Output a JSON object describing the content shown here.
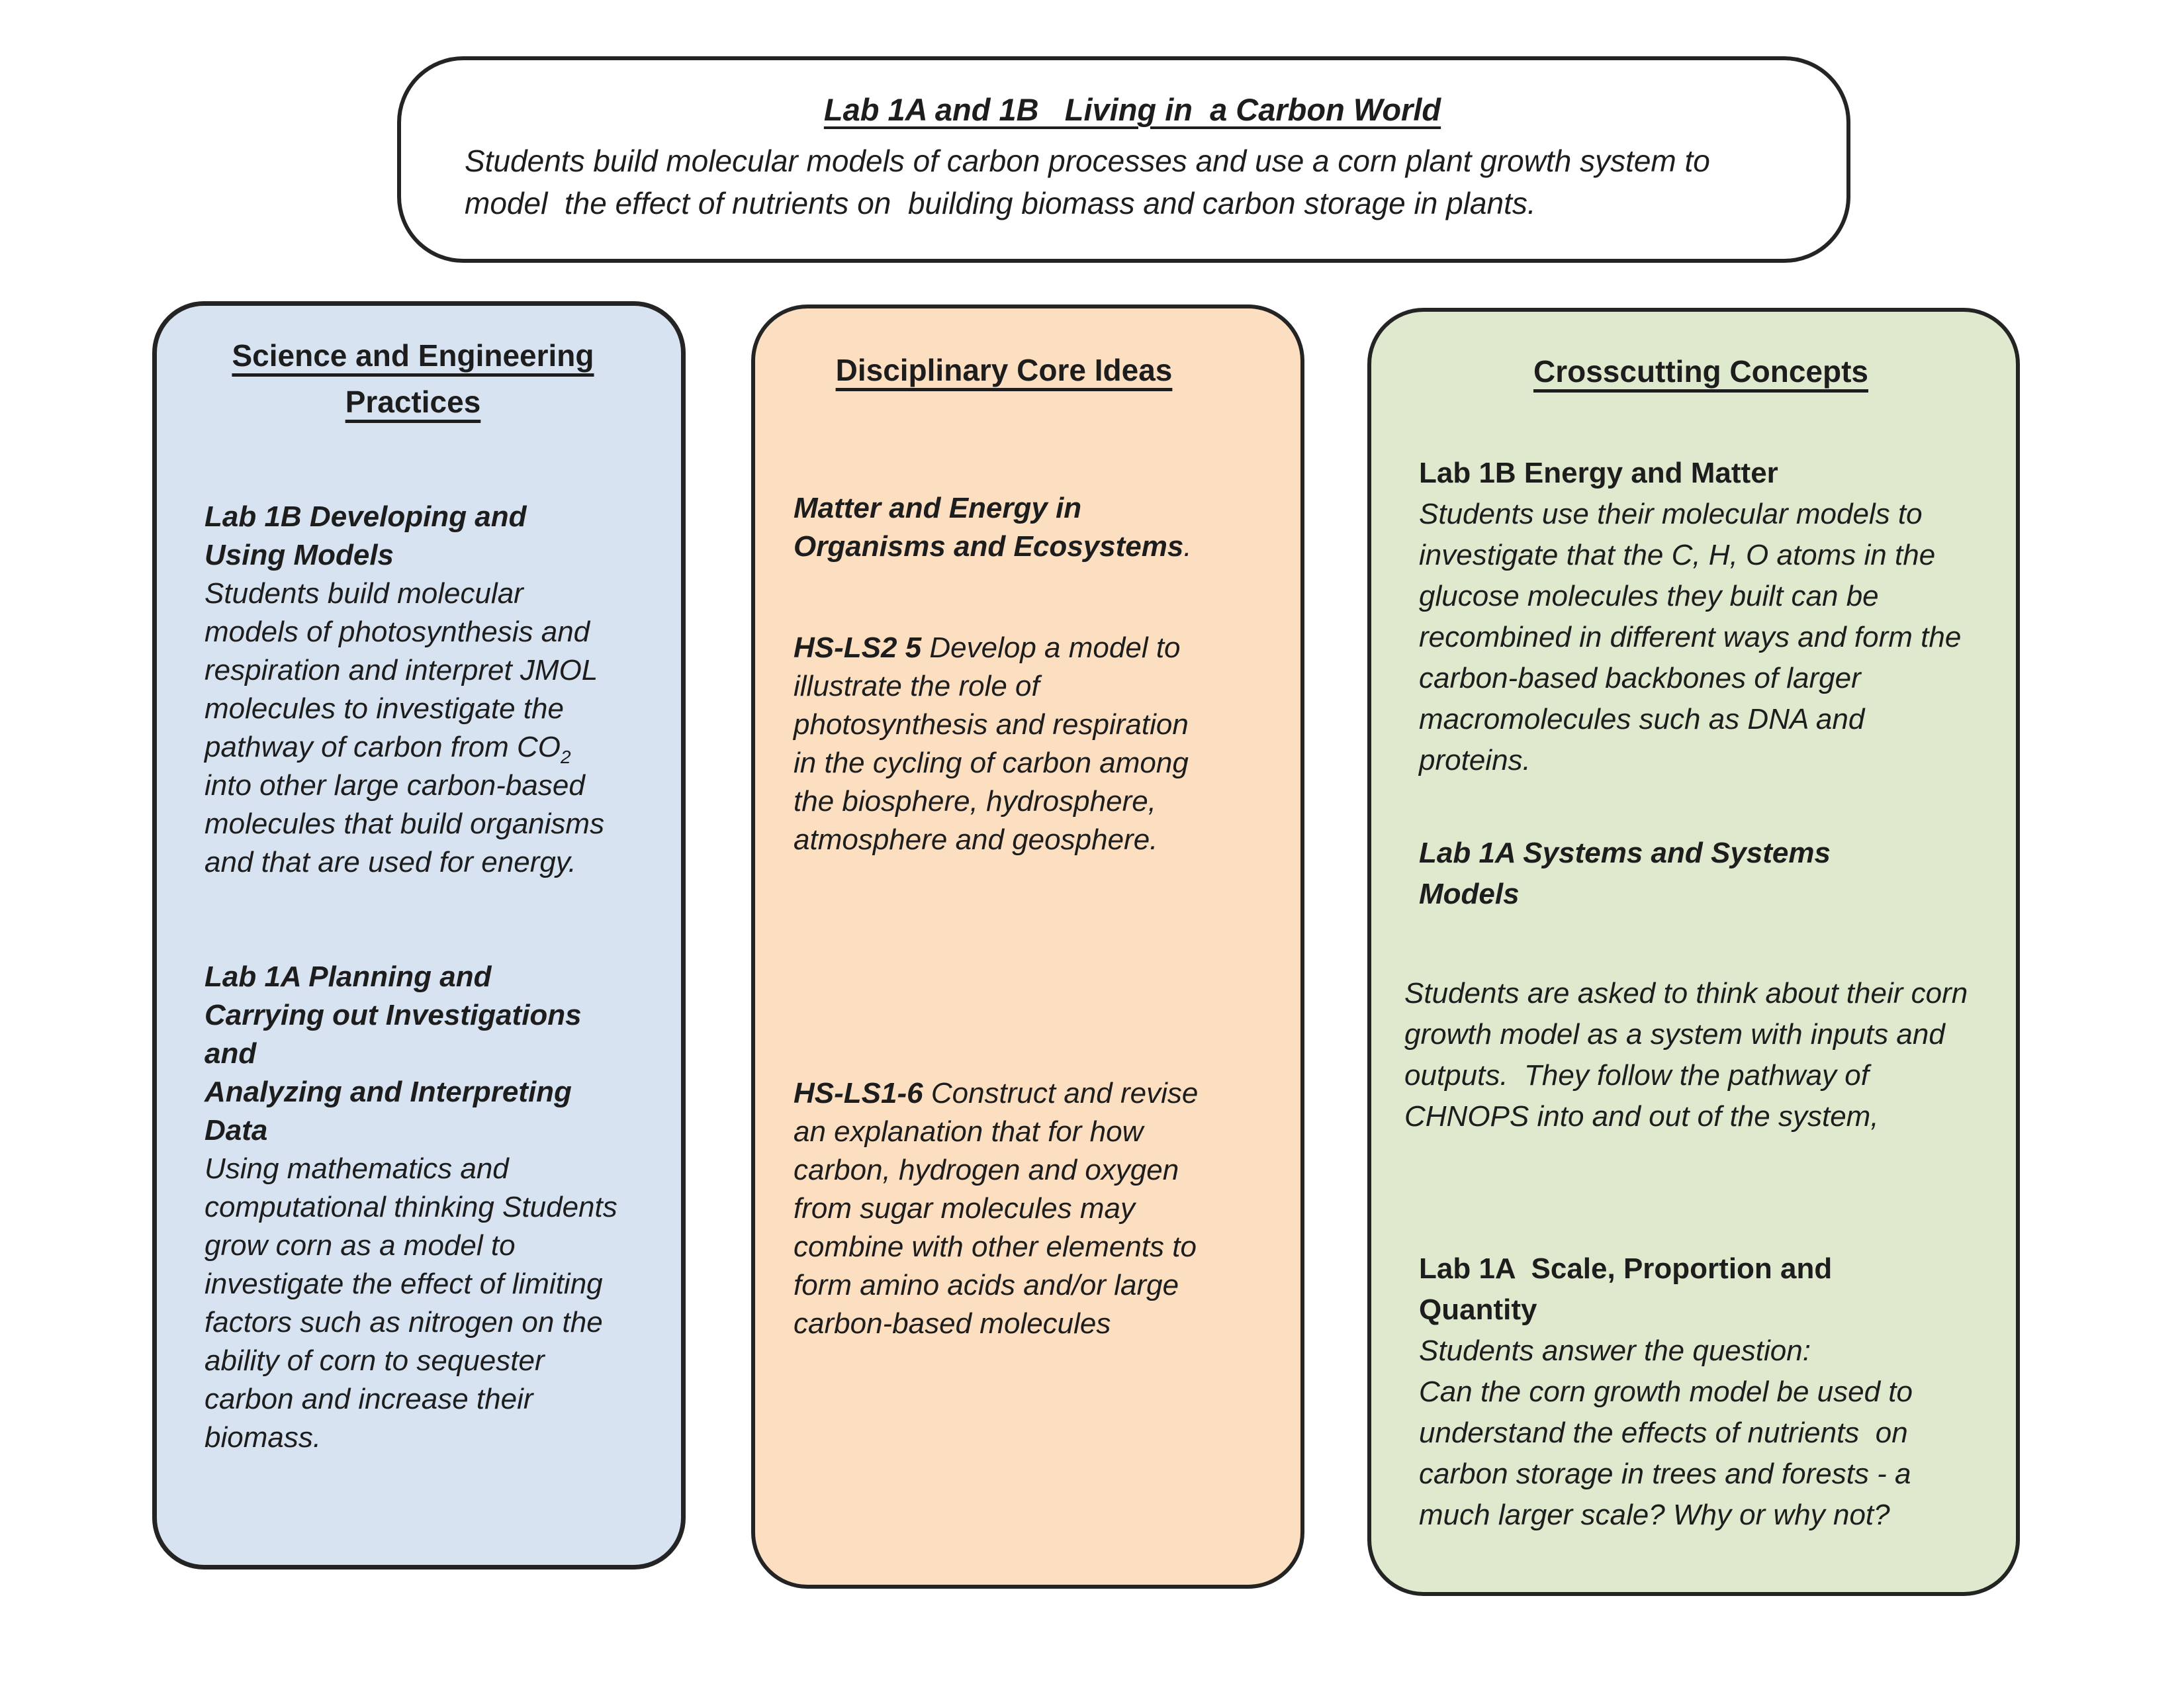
{
  "page": {
    "background": "#ffffff",
    "text_color": "#1d1d1d",
    "border_color": "#242424"
  },
  "header": {
    "fill": "#ffffff",
    "title": "Lab 1A and 1B   Living in  a Carbon World",
    "subtitle": "Students build molecular models of carbon processes and use a corn plant growth system to model  the effect of nutrients on  building biomass and carbon storage in plants."
  },
  "columns": {
    "practices": {
      "fill": "#d7e3f1",
      "heading": "Science and Engineering\nPractices",
      "block1_title": "Lab 1B Developing and\nUsing Models",
      "block1_body_pre": "Students build molecular models of photosynthesis and respiration and interpret JMOL molecules to investigate the pathway of carbon from CO",
      "block1_subscript": "2",
      "block1_body_post": " into other large carbon-based molecules that build organisms and that are used for energy.",
      "block2_title": "Lab 1A Planning and\nCarrying out Investigations\nand\nAnalyzing and Interpreting\nData",
      "block2_body": "Using mathematics and computational thinking Students grow corn as a model to investigate the effect of limiting factors such as nitrogen on the ability of corn to sequester carbon and increase their biomass."
    },
    "core_ideas": {
      "fill": "#fcdec1",
      "heading": "Disciplinary Core Ideas",
      "topic": "Matter and Energy in\nOrganisms and Ecosystems",
      "topic_period": ".",
      "standard1_code": "HS-LS2 5",
      "standard1_text": " Develop a model to illustrate the role of photosynthesis and respiration in the cycling of carbon among the biosphere, hydrosphere, atmosphere and geosphere.",
      "standard2_code": "HS-LS1-6",
      "standard2_text": " Construct and revise an explanation that for how carbon, hydrogen and oxygen from sugar molecules may combine with other elements to form amino acids and/or large carbon-based molecules"
    },
    "crosscutting": {
      "fill": "#dfe9cd",
      "heading": "Crosscutting Concepts",
      "block1_title": "Lab 1B Energy and Matter",
      "block1_body": "Students use their molecular models to investigate that the C, H, O atoms in the glucose molecules they built can be recombined in different ways and form the carbon-based backbones of larger macromolecules such as DNA and proteins.",
      "block2_title": "Lab 1A Systems and Systems\nModels",
      "block2_body": "Students are asked to think about their corn growth model as a system with inputs and outputs.  They follow the pathway of CHNOPS into and out of the system,",
      "block3_title": "Lab 1A  Scale, Proportion and\nQuantity",
      "block3_body": "Students answer the question:\nCan the corn growth model be used to understand the effects of nutrients  on carbon storage in trees and forests - a much larger scale? Why or why not?"
    }
  }
}
